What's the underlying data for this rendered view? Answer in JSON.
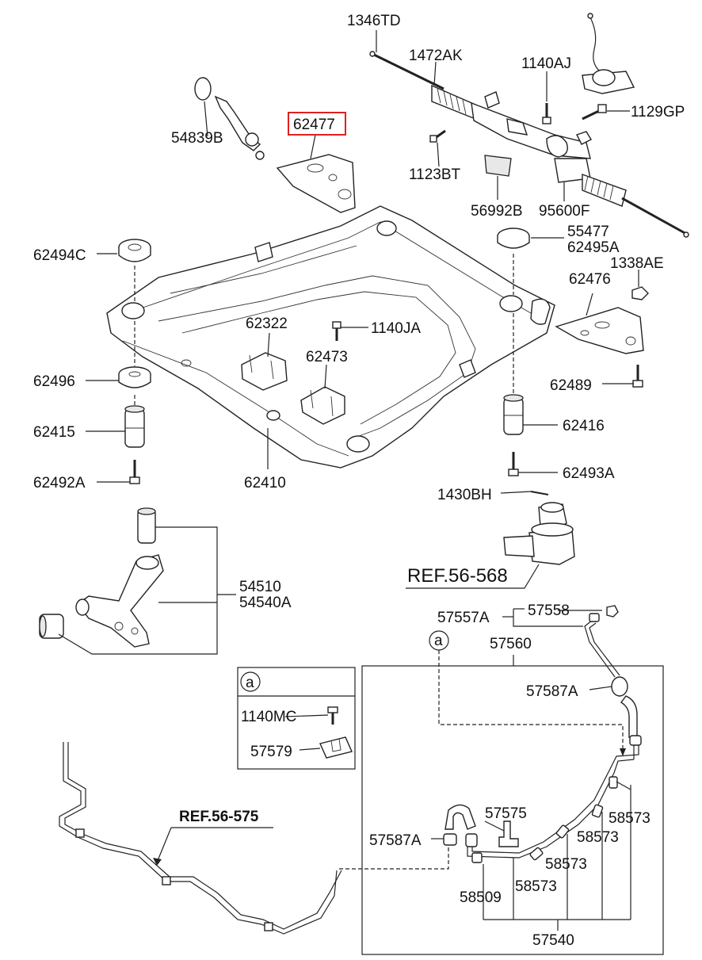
{
  "labels": {
    "l1346TD": "1346TD",
    "l1472AK": "1472AK",
    "l1140AJ": "1140AJ",
    "l1129GP": "1129GP",
    "l54839B": "54839B",
    "l62477": "62477",
    "l1123BT": "1123BT",
    "l56992B": "56992B",
    "l95600F": "95600F",
    "l62494C": "62494C",
    "l55477": "55477",
    "l62495A": "62495A",
    "l1338AE": "1338AE",
    "l62476": "62476",
    "l62322": "62322",
    "l1140JA": "1140JA",
    "l62473": "62473",
    "l62496": "62496",
    "l62489": "62489",
    "l62415": "62415",
    "l62416": "62416",
    "l62492A": "62492A",
    "l62410": "62410",
    "l62493A": "62493A",
    "l1430BH": "1430BH",
    "ref56568": "REF.56-568",
    "l54510": "54510",
    "l54540A": "54540A",
    "l57557A": "57557A",
    "l57558": "57558",
    "circleA1": "a",
    "l57560": "57560",
    "circleA2": "a",
    "l1140MC": "1140MC",
    "l57579": "57579",
    "l57587A_top": "57587A",
    "ref56575": "REF.56-575",
    "l57575": "57575",
    "l57587A_bot": "57587A",
    "l58573_a": "58573",
    "l58573_b": "58573",
    "l58573_c": "58573",
    "l58573_d": "58573",
    "l58509": "58509",
    "l57540": "57540"
  },
  "highlight_color": "#e02020"
}
